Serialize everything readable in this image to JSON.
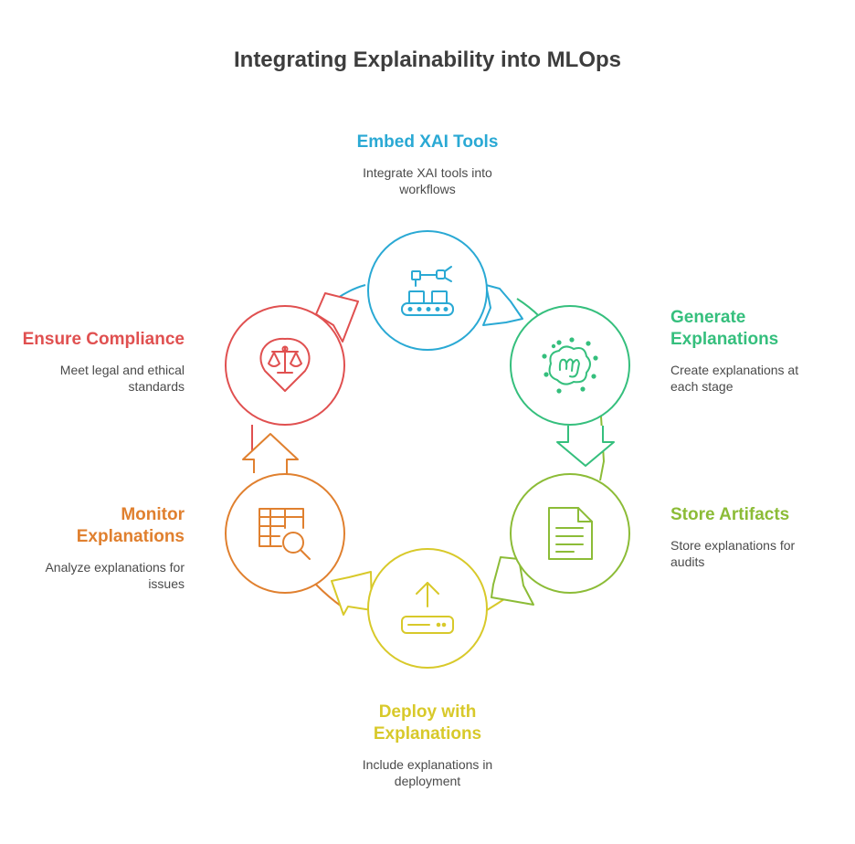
{
  "title": "Integrating Explainability into MLOps",
  "colors": {
    "embed": "#2aa9d4",
    "generate": "#35bf7d",
    "store": "#8cbc37",
    "deploy": "#d8c92a",
    "monitor": "#e0802f",
    "compliance": "#e05050"
  },
  "steps": [
    {
      "key": "embed",
      "title": "Embed XAI Tools",
      "description": "Integrate XAI tools into workflows",
      "icon": "conveyor-robot-icon"
    },
    {
      "key": "generate",
      "title": "Generate Explanations",
      "description": "Create explanations at each stage",
      "icon": "explanation-spark-icon"
    },
    {
      "key": "store",
      "title": "Store Artifacts",
      "description": "Store explanations for audits",
      "icon": "document-icon"
    },
    {
      "key": "deploy",
      "title": "Deploy with Explanations",
      "description": "Include explanations in deployment",
      "icon": "upload-device-icon"
    },
    {
      "key": "monitor",
      "title": "Monitor Explanations",
      "description": "Analyze explanations for issues",
      "icon": "table-magnifier-icon"
    },
    {
      "key": "compliance",
      "title": "Ensure Compliance",
      "description": "Meet legal and ethical standards",
      "icon": "scales-shield-icon"
    }
  ]
}
